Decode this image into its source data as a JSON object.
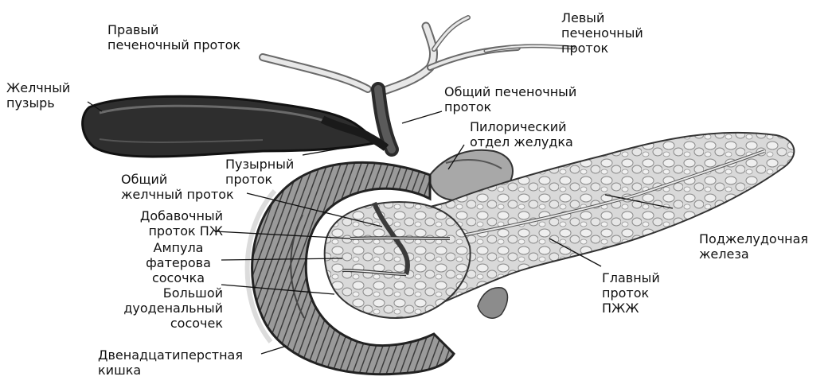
{
  "figure": {
    "labels": {
      "right_hepatic_duct": "Правый\nпеченочный проток",
      "left_hepatic_duct": "Левый\nпеченочный\nпроток",
      "gallbladder": "Желчный\nпузырь",
      "common_hepatic_duct": "Общий печеночный\nпроток",
      "pyloric_stomach": "Пилорический\nотдел желудка",
      "cystic_duct": "Пузырный\nпроток",
      "common_bile_duct": "Общий\nжелчный проток",
      "accessory_pancreatic_duct": "Добавочный\nпроток ПЖ",
      "ampulla_of_vater": "Ампула\nфатерова\nсосочка",
      "major_duodenal_papilla": "Большой\nдуоденальный\nсосочек",
      "duodenum": "Двенадцатиперстная\nкишка",
      "pancreas": "Поджелудочная\nжелеза",
      "main_pancreatic_duct": "Главный\nпроток\nПЖЖ"
    }
  }
}
